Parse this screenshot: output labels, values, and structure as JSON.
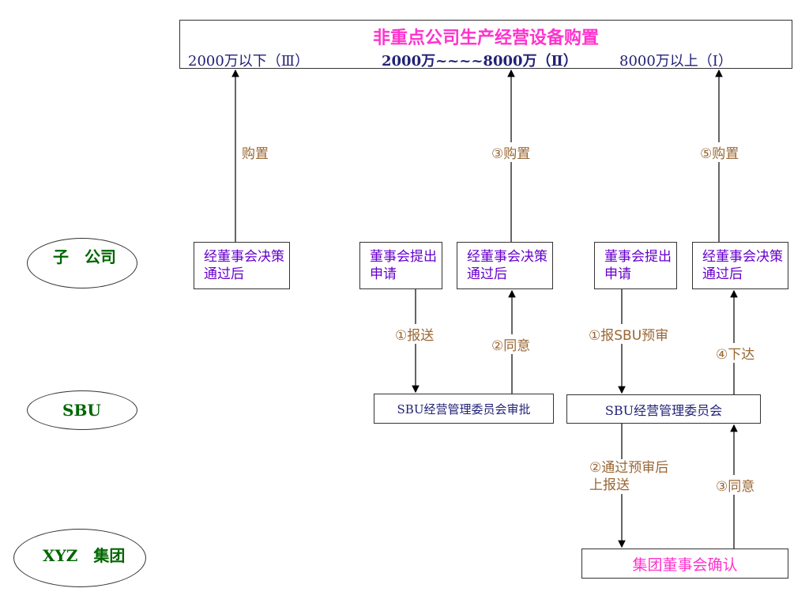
{
  "top": {
    "title": "非重点公司生产经营设备购置",
    "range_low": "2000万以下（Ⅲ）",
    "range_mid": "2000万~~~~8000万（Ⅱ）",
    "range_high": "8000万以上（Ⅰ）"
  },
  "levels": {
    "subsidiary": "子　公司",
    "sbu": "SBU",
    "group": "XYZ　集团"
  },
  "boxes": {
    "board_pass_1": "经董事会决策通过后",
    "board_propose_2": "董事会提出申请",
    "board_pass_2": "经董事会决策通过后",
    "board_propose_3": "董事会提出申请",
    "board_pass_3": "经董事会决策通过后",
    "sbu_approve": "SBU经营管理委员会审批",
    "sbu_committee": "SBU经营管理委员会",
    "group_confirm": "集团董事会确认"
  },
  "labels": {
    "purchase_1": "购置",
    "purchase_2": "③购置",
    "purchase_3": "⑤购置",
    "submit_2": "①报送",
    "agree_2": "②同意",
    "submit_3": "①报SBU预审",
    "issue_3": "④下达",
    "pass_submit_3": "②通过预审后上报送",
    "agree_3": "③同意"
  },
  "colors": {
    "title_pink": "#ff33cc",
    "range_navy": "#222277",
    "box_purple": "#6600cc",
    "label_brown": "#996633",
    "level_green": "#006600"
  }
}
